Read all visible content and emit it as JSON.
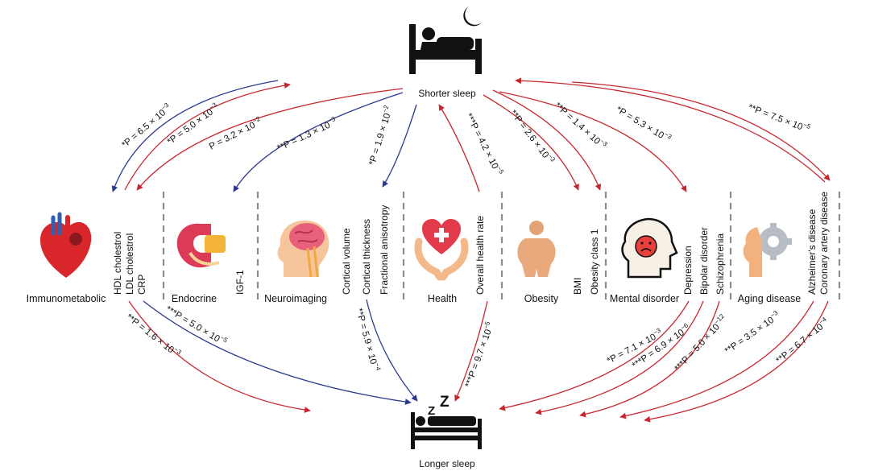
{
  "top_node": {
    "label": "Shorter sleep",
    "icon": "person-in-bed-moon-icon"
  },
  "bottom_node": {
    "label": "Longer sleep",
    "icon": "sleeping-person-zzz-icon"
  },
  "colors": {
    "blue_arrow": "#2b3a8f",
    "red_arrow": "#c8262f",
    "separator": "#8c8c8c"
  },
  "categories": [
    {
      "name": "Immunometabolic",
      "icon": "heart-icon",
      "traits": [
        "HDL cholestrol",
        "LDL cholestrol",
        "CRP"
      ]
    },
    {
      "name": "Endocrine",
      "icon": "pancreas-icon",
      "traits": [
        "IGF-1"
      ]
    },
    {
      "name": "Neuroimaging",
      "icon": "brain-head-icon",
      "traits": [
        "Cortical volume",
        "Cortical thickness",
        "Fractional anisotropy"
      ]
    },
    {
      "name": "Health",
      "icon": "heart-hands-icon",
      "traits": [
        "Overall health rate"
      ]
    },
    {
      "name": "Obesity",
      "icon": "obese-person-icon",
      "traits": [
        "BMI",
        "Obesity class 1"
      ]
    },
    {
      "name": "Mental disorder",
      "icon": "sad-head-icon",
      "traits": [
        "Depression",
        "Bipolar disorder",
        "Schizophrenia"
      ]
    },
    {
      "name": "Aging disease",
      "icon": "gear-head-icon",
      "traits": [
        "Alzheimer's disease",
        "Coronary artery disease"
      ]
    }
  ],
  "shorter_sleep_associations": [
    {
      "stars": "*",
      "p": "P = 6.5 × 10",
      "exp": "−3",
      "color": "blue"
    },
    {
      "stars": "*",
      "p": "P = 5.0 × 10",
      "exp": "−3",
      "color": "red"
    },
    {
      "stars": "",
      "p": "P = 3.2 × 10",
      "exp": "−2",
      "color": "red"
    },
    {
      "stars": "**",
      "p": "P = 1.3 × 10",
      "exp": "−3",
      "color": "blue"
    },
    {
      "stars": "*",
      "p": "P = 1.9 × 10",
      "exp": "−2",
      "color": "blue"
    },
    {
      "stars": "***",
      "p": "P = 4.2 × 10",
      "exp": "−5",
      "color": "red"
    },
    {
      "stars": "**",
      "p": "P = 2.6 × 10",
      "exp": "−3",
      "color": "red"
    },
    {
      "stars": "**",
      "p": "P = 1.4 × 10",
      "exp": "−3",
      "color": "red"
    },
    {
      "stars": "*",
      "p": "P = 5.3 × 10",
      "exp": "−3",
      "color": "red"
    },
    {
      "stars": "**",
      "p": "P = 7.5 × 10",
      "exp": "−5",
      "color": "red"
    }
  ],
  "longer_sleep_associations": [
    {
      "stars": "**",
      "p": "P = 1.6 × 10",
      "exp": "−3",
      "color": "red"
    },
    {
      "stars": "***",
      "p": "P = 5.0 × 10",
      "exp": "−5",
      "color": "blue"
    },
    {
      "stars": "**",
      "p": "P = 5.9 × 10",
      "exp": "−4",
      "color": "blue"
    },
    {
      "stars": "***",
      "p": "P = 9.7 × 10",
      "exp": "−5",
      "color": "red"
    },
    {
      "stars": "*",
      "p": "P = 7.1 × 10",
      "exp": "−3",
      "color": "red"
    },
    {
      "stars": "***",
      "p": "P = 6.9 × 10",
      "exp": "−6",
      "color": "red"
    },
    {
      "stars": "***",
      "p": "P = 5.0 × 10",
      "exp": "−12",
      "color": "red"
    },
    {
      "stars": "**",
      "p": "P = 3.5 × 10",
      "exp": "−3",
      "color": "red"
    },
    {
      "stars": "**",
      "p": "P = 6.7 × 10",
      "exp": "−4",
      "color": "red"
    }
  ]
}
